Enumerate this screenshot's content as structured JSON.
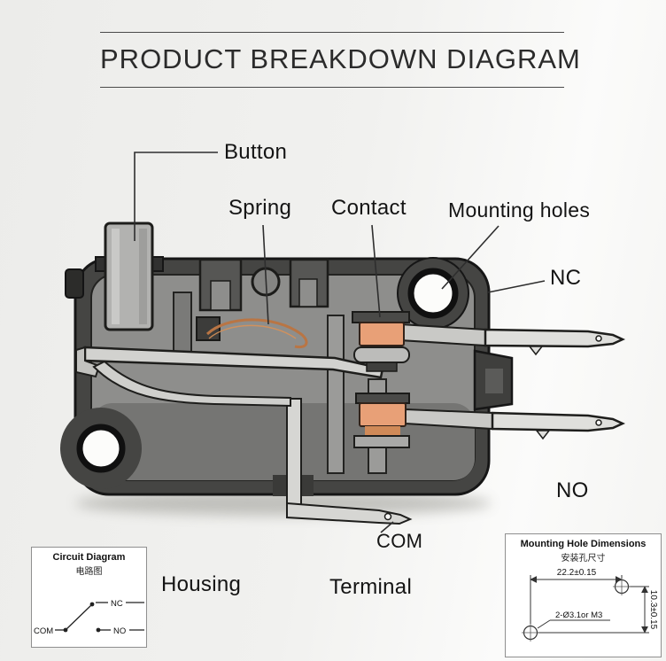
{
  "title": "PRODUCT BREAKDOWN DIAGRAM",
  "part_labels": {
    "button": "Button",
    "spring": "Spring",
    "contact": "Contact",
    "mounting_holes": "Mounting holes",
    "nc": "NC",
    "no": "NO",
    "com": "COM",
    "housing": "Housing",
    "terminal": "Terminal"
  },
  "circuit_box": {
    "title": "Circuit Diagram",
    "subtitle": "电路图",
    "com": "COM",
    "nc": "NC",
    "no": "NO"
  },
  "mounting_box": {
    "title": "Mounting Hole Dimensions",
    "subtitle": "安装孔尺寸",
    "horizontal_dim": "22.2±0.15",
    "hole_spec": "2-Ø3.1or M3",
    "vertical_dim": "10.3±0.15"
  },
  "colors": {
    "background_left": "#ececea",
    "background_right": "#fbfbfa",
    "casing": "#454543",
    "interior": "#8e8e8c",
    "button": "#b2b2b0",
    "metal": "#d6d6d3",
    "contact": "#e8a077",
    "spring_wire": "#b97544",
    "leader_line": "#2e2e2e"
  }
}
